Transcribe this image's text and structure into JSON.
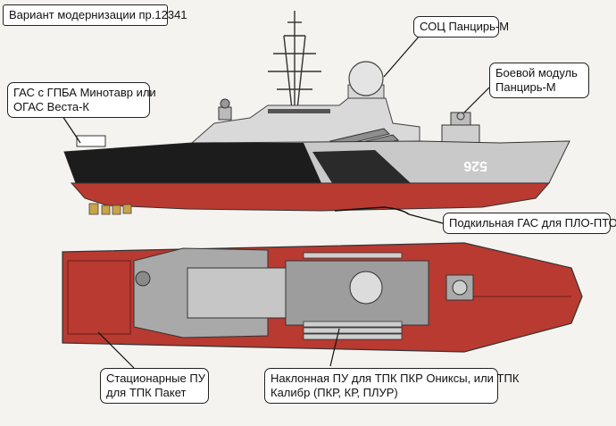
{
  "title": "Вариант модернизации пр.12341",
  "hull_number": "526",
  "callouts": {
    "soc": "СОЦ Панцирь-М",
    "combat_module": [
      "Боевой модуль",
      "Панцирь-М"
    ],
    "gas_gpba": [
      "ГАС с ГПБА Минотавр или",
      "ОГАС Веста-К"
    ],
    "keel_sonar": "Подкильная ГАС для ПЛО-ПТО",
    "fixed_launchers": [
      "Стационарные ПУ",
      "для ТПК Пакет"
    ],
    "inclined_launcher": [
      "Наклонная ПУ для ТПК ПКР Ониксы, или ТПК",
      "Калибр (ПКР, КР, ПЛУР)"
    ]
  },
  "colors": {
    "hull_red": "#b83a31",
    "hull_black": "#1c1c1c",
    "hull_grey": "#c9c9c9",
    "superstructure": "#d9d9d9",
    "deck_grey": "#a9a9a9",
    "background": "#f4f3ef"
  }
}
